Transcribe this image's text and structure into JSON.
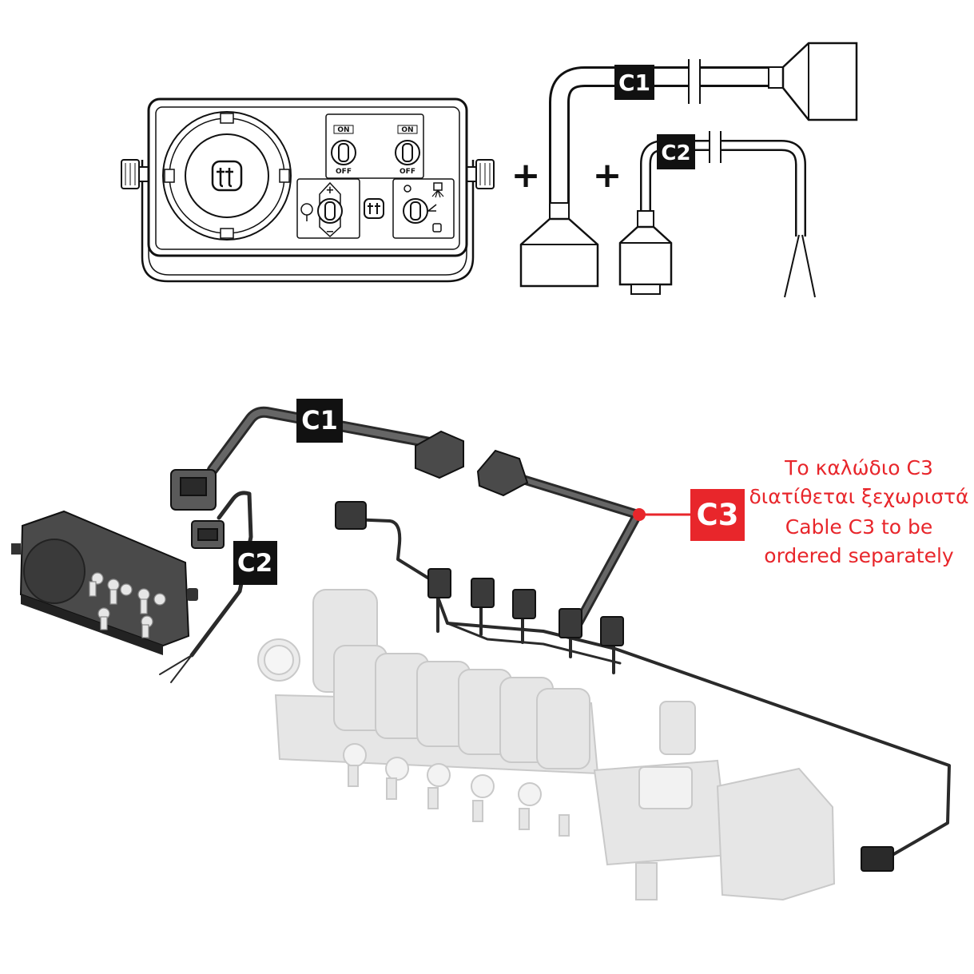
{
  "labels": {
    "c1": "C1",
    "c2": "C2",
    "c3": "C3"
  },
  "control_box": {
    "switch_on": "ON",
    "switch_off": "OFF",
    "plus_symbol": "+",
    "minus_symbol": "−"
  },
  "kit": {
    "plus_1": "+",
    "plus_2": "+"
  },
  "note": {
    "greek_line_1": "Το καλώδιο C3",
    "greek_line_2": "διατίθεται ξεχωριστά",
    "english_line_1": "Cable C3 to be",
    "english_line_2": "ordered separately"
  },
  "colors": {
    "label_fill": "#111111",
    "note_red": "#e8262b",
    "cable_dark": "#3a3a3a",
    "valve_grey": "#e6e6e6"
  }
}
